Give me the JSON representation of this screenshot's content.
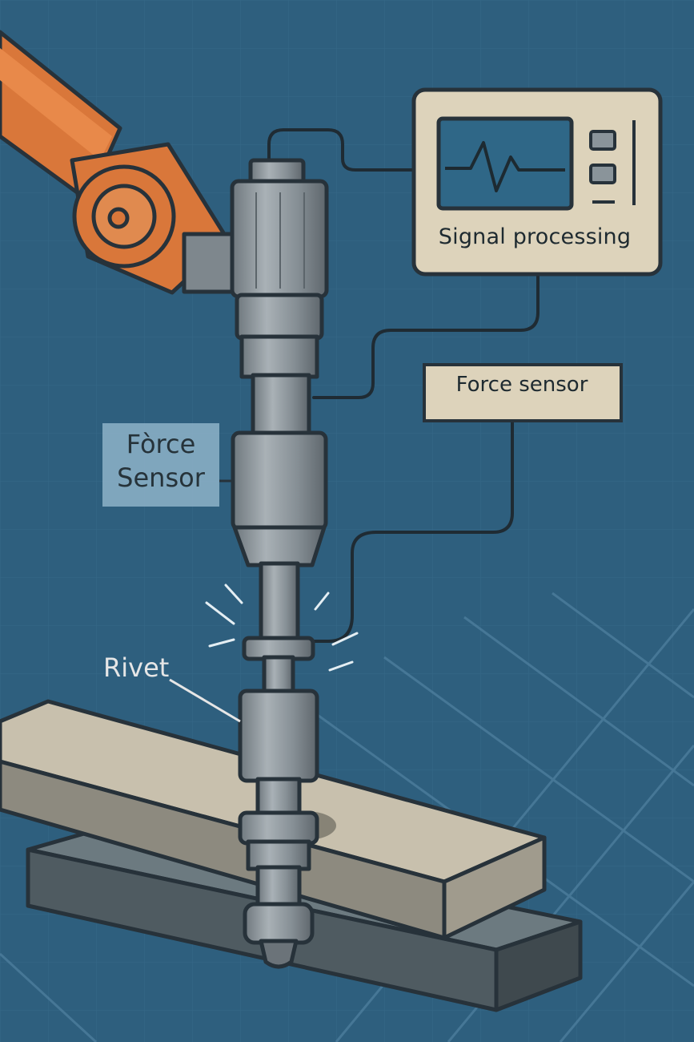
{
  "labels": {
    "signal_processing": "Signal processing",
    "force_sensor_box": "Force sensor",
    "force_sensor_side_line1": "Fòrce",
    "force_sensor_side_line2": "Sensor",
    "rivet": "Rivet"
  },
  "colors": {
    "background": "#2e5f7e",
    "robot_arm": "#d9773a",
    "tool_metal": "#8c959b",
    "label_panel": "#ddd3bb",
    "plate_top": "#c8c0ad",
    "plate_bottom": "#5f6c72",
    "outline": "#27323a"
  },
  "icons": {
    "robot": "robot-arm-icon",
    "waveform": "waveform-icon"
  }
}
